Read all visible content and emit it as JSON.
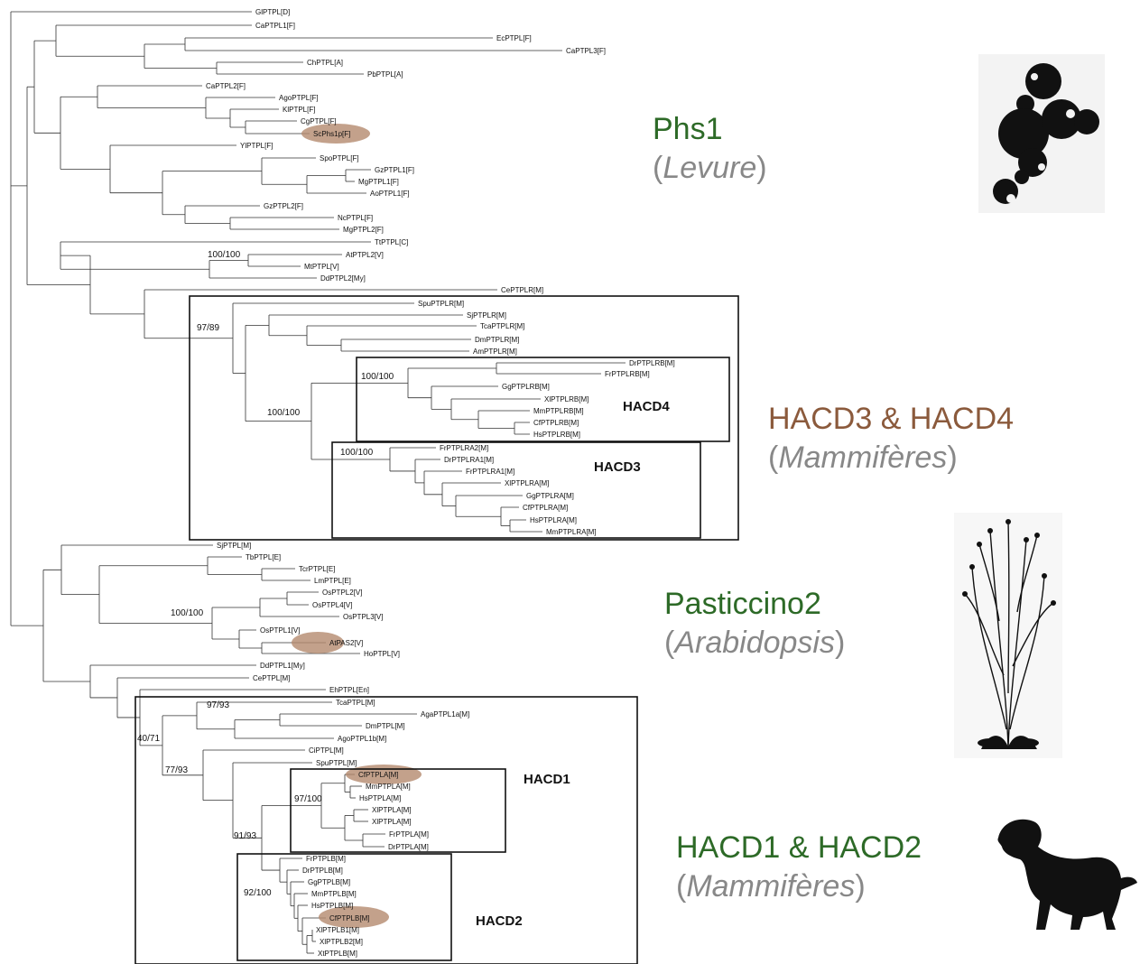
{
  "tree": {
    "leaves": [
      "GlPTPL[D]",
      "CaPTPL1[F]",
      "EcPTPL[F]",
      "CaPTPL3[F]",
      "ChPTPL[A]",
      "PbPTPL[A]",
      "CaPTPL2[F]",
      "AgoPTPL[F]",
      "KlPTPL[F]",
      "CgPTPL[F]",
      "ScPhs1p[F]",
      "YlPTPL[F]",
      "SpoPTPL[F]",
      "GzPTPL1[F]",
      "MgPTPL1[F]",
      "AoPTPL1[F]",
      "GzPTPL2[F]",
      "NcPTPL[F]",
      "MgPTPL2[F]",
      "TtPTPL[C]",
      "AtPTPL2[V]",
      "MtPTPL[V]",
      "DdPTPL2[My]",
      "CePTPLR[M]",
      "SpuPTPLR[M]",
      "SjPTPLR[M]",
      "TcaPTPLR[M]",
      "DmPTPLR[M]",
      "AmPTPLR[M]",
      "DrPTPLRB[M]",
      "FrPTPLRB[M]",
      "GgPTPLRB[M]",
      "XlPTPLRB[M]",
      "MmPTPLRB[M]",
      "CfPTPLRB[M]",
      "HsPTPLRB[M]",
      "FrPTPLRA2[M]",
      "DrPTPLRA1[M]",
      "FrPTPLRA1[M]",
      "XlPTPLRA[M]",
      "GgPTPLRA[M]",
      "CfPTPLRA[M]",
      "HsPTPLRA[M]",
      "MmPTPLRA[M]",
      "SjPTPL[M]",
      "TbPTPL[E]",
      "TcrPTPL[E]",
      "LmPTPL[E]",
      "OsPTPL2[V]",
      "OsPTPL4[V]",
      "OsPTPL3[V]",
      "OsPTPL1[V]",
      "AtPAS2[V]",
      "HoPTPL[V]",
      "DdPTPL1[My]",
      "CePTPL[M]",
      "EhPTPL[En]",
      "TcaPTPL[M]",
      "AgaPTPL1a[M]",
      "DmPTPL[M]",
      "AgoPTPL1b[M]",
      "CiPTPL[M]",
      "SpuPTPL[M]",
      "CfPTPLA[M]",
      "MmPTPLA[M]",
      "HsPTPLA[M]",
      "XlPTPLA[M]",
      "XlPTPLA[M]",
      "FrPTPLA[M]",
      "DrPTPLA[M]",
      "FrPTPLB[M]",
      "DrPTPLB[M]",
      "GgPTPLB[M]",
      "MmPTPLB[M]",
      "HsPTPLB[M]",
      "CfPTPLB[M]",
      "XlPTPLB1[M]",
      "XlPTPLB2[M]",
      "XtPTPLB[M]"
    ],
    "bootstrap": [
      "100/100",
      "97/89",
      "100/100",
      "100/100",
      "100/100",
      "100/100",
      "97/93",
      "40/71",
      "77/93",
      "97/100",
      "91/93",
      "92/100"
    ],
    "box_labels": [
      "HACD4",
      "HACD3",
      "HACD1",
      "HACD2"
    ]
  },
  "groups": [
    {
      "name": "Phs1",
      "organism": "Levure",
      "name_color": "#2d6a27"
    },
    {
      "name": "HACD3 & HACD4",
      "organism": "Mammifères",
      "name_color": "#8b5a3c"
    },
    {
      "name": "Pasticcino2",
      "organism": "Arabidopsis",
      "name_color": "#2d6a27"
    },
    {
      "name": "HACD1 & HACD2",
      "organism": "Mammifères",
      "name_color": "#2d6a27"
    }
  ],
  "punctuation": {
    "open": "(",
    "close": ")"
  },
  "images": [
    {
      "icon": "yeast-silhouette"
    },
    {
      "icon": "arabidopsis-silhouette"
    },
    {
      "icon": "dog-silhouette"
    }
  ]
}
